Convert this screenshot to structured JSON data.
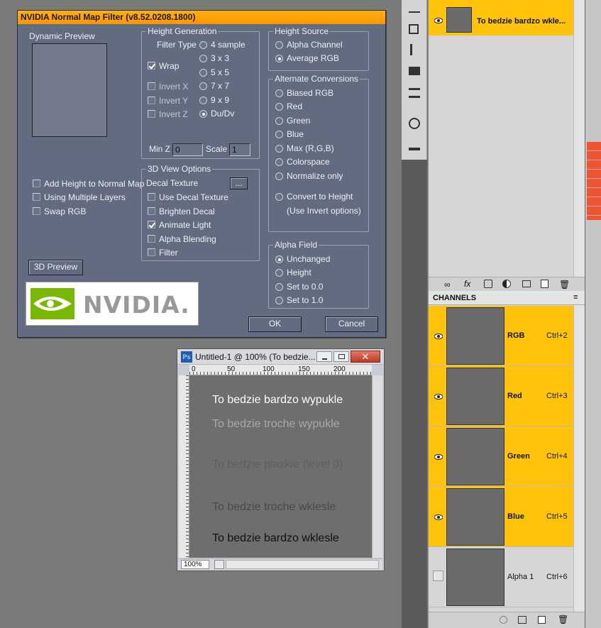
{
  "dialog": {
    "title": "NVIDIA Normal Map Filter (v8.52.0208.1800)",
    "dynamic_preview_label": "Dynamic Preview",
    "height_generation": {
      "title": "Height Generation",
      "filter_type_label": "Filter Type",
      "filters": [
        "4 sample",
        "3 x 3",
        "5 x 5",
        "7 x 7",
        "9 x 9",
        "Du/Dv"
      ],
      "selected_filter": "Du/Dv",
      "wrap_label": "Wrap",
      "invert_x_label": "Invert X",
      "invert_y_label": "Invert Y",
      "invert_z_label": "Invert Z",
      "minz_label": "Min Z",
      "minz_value": "0",
      "scale_label": "Scale",
      "scale_value": "1"
    },
    "height_source": {
      "title": "Height Source",
      "options": [
        "Alpha Channel",
        "Average RGB"
      ],
      "selected": "Average RGB"
    },
    "alternate_conversions": {
      "title": "Alternate Conversions",
      "options": [
        "Biased RGB",
        "Red",
        "Green",
        "Blue",
        "Max (R,G,B)",
        "Colorspace",
        "Normalize only"
      ],
      "convert_label": "Convert to Height",
      "convert_note": "(Use Invert options)"
    },
    "view3d": {
      "title": "3D View Options",
      "decal_texture_label": "Decal Texture",
      "browse_label": "...",
      "options": [
        "Use Decal Texture",
        "Brighten Decal",
        "Animate Light",
        "Alpha Blending",
        "Filter"
      ],
      "checked": "Animate Light"
    },
    "left_options": [
      "Add Height to Normal Map",
      "Using Multiple Layers",
      "Swap RGB"
    ],
    "alpha_field": {
      "title": "Alpha Field",
      "options": [
        "Unchanged",
        "Height",
        "Set to 0.0",
        "Set to 1.0"
      ],
      "selected": "Unchanged"
    },
    "preview3d_button": "3D Preview",
    "ok_button": "OK",
    "cancel_button": "Cancel",
    "logo_text": "NVIDIA."
  },
  "doc": {
    "title": "Untitled-1 @ 100% (To bedzie...",
    "ruler_marks": [
      "0",
      "50",
      "100",
      "150",
      "200"
    ],
    "lines": [
      {
        "text": "To bedzie bardzo wypukle",
        "color": "#ffffff"
      },
      {
        "text": "To bedzie troche wypukle",
        "color": "#a9a9a9"
      },
      {
        "text": "To bedzie plaskie (level 0)",
        "color": "#5f5f5f"
      },
      {
        "text": "To bedzie troche wklesle",
        "color": "#4a4a4a"
      },
      {
        "text": "To bedzie bardzo wklesle",
        "color": "#111111"
      }
    ],
    "zoom": "100%"
  },
  "layers": {
    "layer_name": "To bedzie bardzo wkle..."
  },
  "channels": {
    "header": "CHANNELS",
    "rows": [
      {
        "name": "RGB",
        "shortcut": "Ctrl+2",
        "selected": true
      },
      {
        "name": "Red",
        "shortcut": "Ctrl+3",
        "selected": true
      },
      {
        "name": "Green",
        "shortcut": "Ctrl+4",
        "selected": true
      },
      {
        "name": "Blue",
        "shortcut": "Ctrl+5",
        "selected": true
      },
      {
        "name": "Alpha 1",
        "shortcut": "Ctrl+6",
        "selected": false
      }
    ]
  },
  "colors": {
    "dialog_bg": "#636b80",
    "title_orange": "#ffa000",
    "selection_yellow": "#ffc40a"
  }
}
